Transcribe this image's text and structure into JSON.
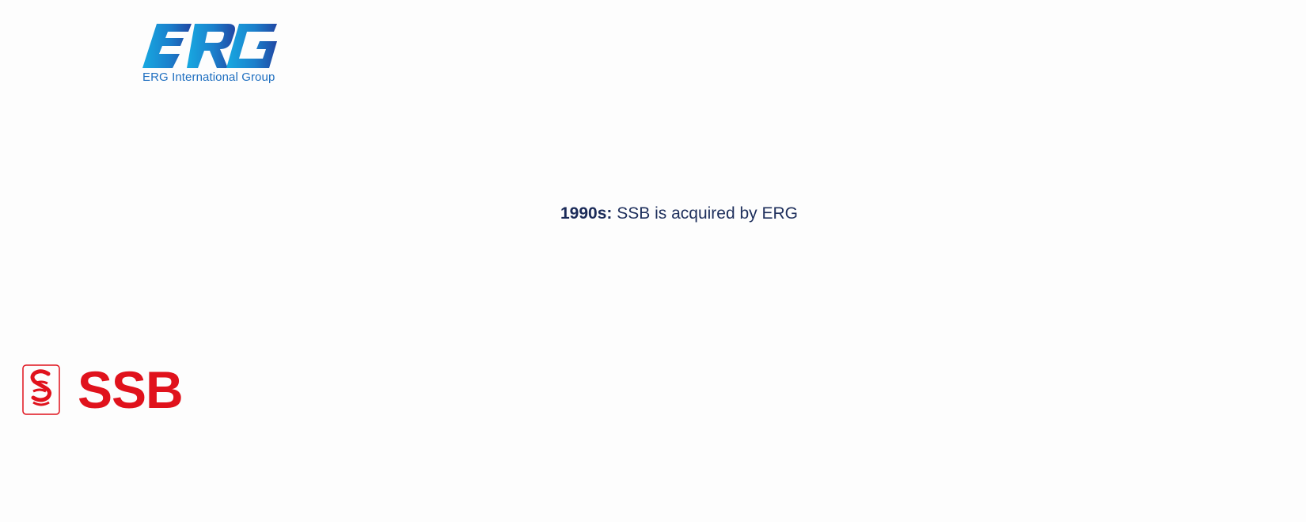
{
  "erg_logo": {
    "caption": "ERG International Group",
    "colors": {
      "light": "#1aa8e0",
      "dark": "#1f4fa8"
    }
  },
  "timeline": {
    "year": "1990s:",
    "text": " SSB is acquired by ERG"
  },
  "ssb_logo": {
    "wordmark": "SSB",
    "color": "#e0121c"
  }
}
